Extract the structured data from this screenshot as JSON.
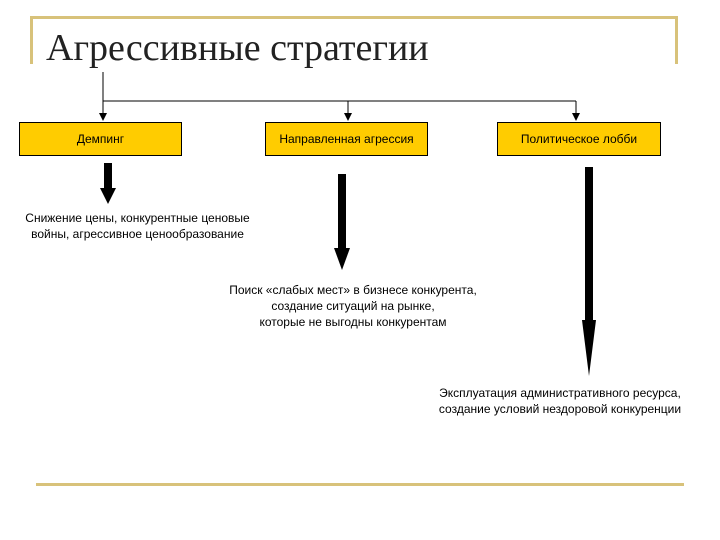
{
  "title": "Агрессивные стратегии",
  "strategies": [
    {
      "label": "Демпинг",
      "description": [
        "Снижение цены, конкурентные ценовые",
        "войны, агрессивное ценообразование"
      ]
    },
    {
      "label": "Направленная агрессия",
      "description": [
        "Поиск «слабых мест» в бизнесе конкурента,",
        "создание ситуаций на рынке,",
        "которые не выгодны конкурентам"
      ]
    },
    {
      "label": "Политическое лобби",
      "description": [
        "Эксплуатация административного ресурса,",
        "создание условий нездоровой конкуренции"
      ]
    }
  ],
  "colors": {
    "box_fill": "#ffcc00",
    "frame": "#d8c27a"
  }
}
